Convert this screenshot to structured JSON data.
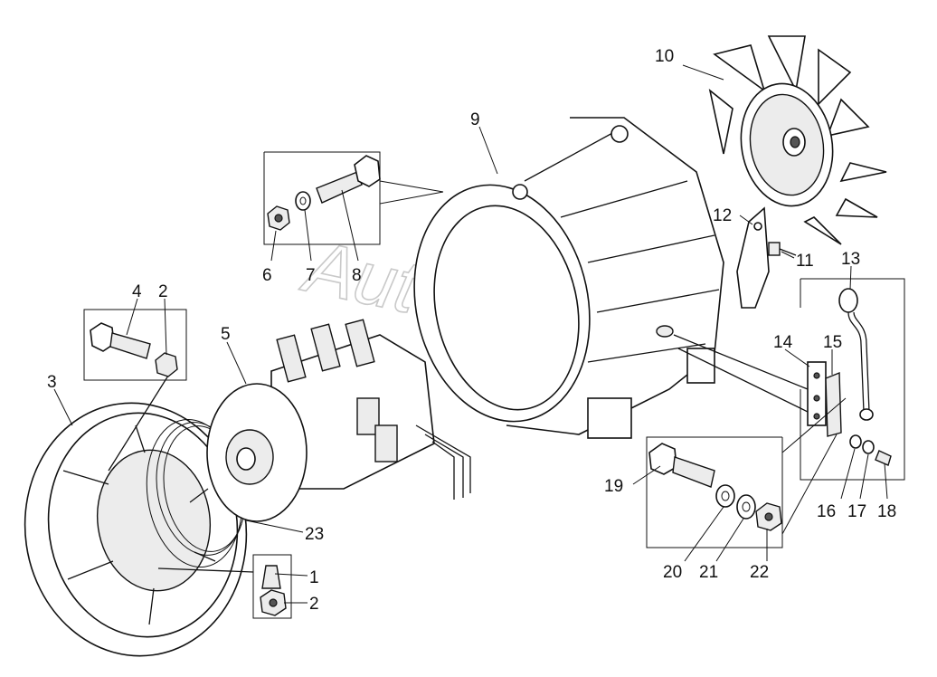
{
  "watermark": "AutoSoft",
  "callouts": {
    "c1": "1",
    "c2a": "2",
    "c2b": "2",
    "c3": "3",
    "c4": "4",
    "c5": "5",
    "c6": "6",
    "c7": "7",
    "c8": "8",
    "c9": "9",
    "c10": "10",
    "c11": "11",
    "c12": "12",
    "c13": "13",
    "c14": "14",
    "c15": "15",
    "c16": "16",
    "c17": "17",
    "c18": "18",
    "c19": "19",
    "c20": "20",
    "c21": "21",
    "c22": "22",
    "c23": "23"
  }
}
